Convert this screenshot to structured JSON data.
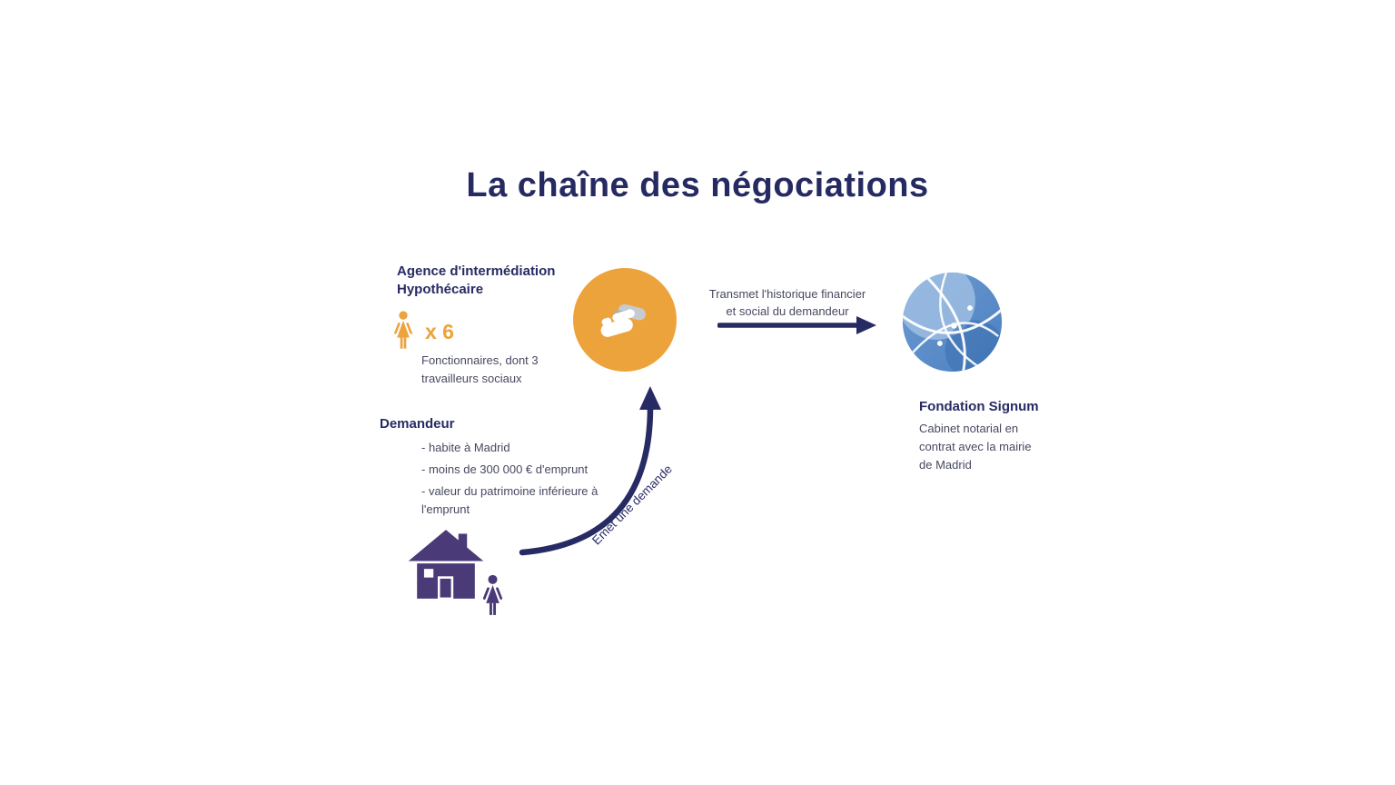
{
  "title": "La chaîne des négociations",
  "colors": {
    "navy": "#272b63",
    "orange": "#eda33c",
    "purple": "#4a3b78",
    "globe_blue": "#4a80c2",
    "body_text": "#474960"
  },
  "agency": {
    "heading": "Agence d'intermédiation\nHypothécaire",
    "count_label": "x 6",
    "description": "Fonctionnaires, dont 3\ntravailleurs sociaux",
    "icon": "female-person-icon"
  },
  "applicant": {
    "heading": "Demandeur",
    "bullets": [
      "- habite à Madrid",
      "- moins de 300 000 € d'emprunt",
      "- valeur du patrimoine inférieure à l'emprunt"
    ],
    "icons": [
      "house-icon",
      "female-person-icon"
    ]
  },
  "flow": {
    "request_label": "Emet une demande",
    "transmit_label": "Transmet l'historique financier\net social du demandeur",
    "hub_icon": "hands-icon",
    "target_icon": "network-globe-icon"
  },
  "foundation": {
    "heading": "Fondation Signum",
    "description": "Cabinet notarial en\ncontrat avec la mairie\nde Madrid"
  }
}
